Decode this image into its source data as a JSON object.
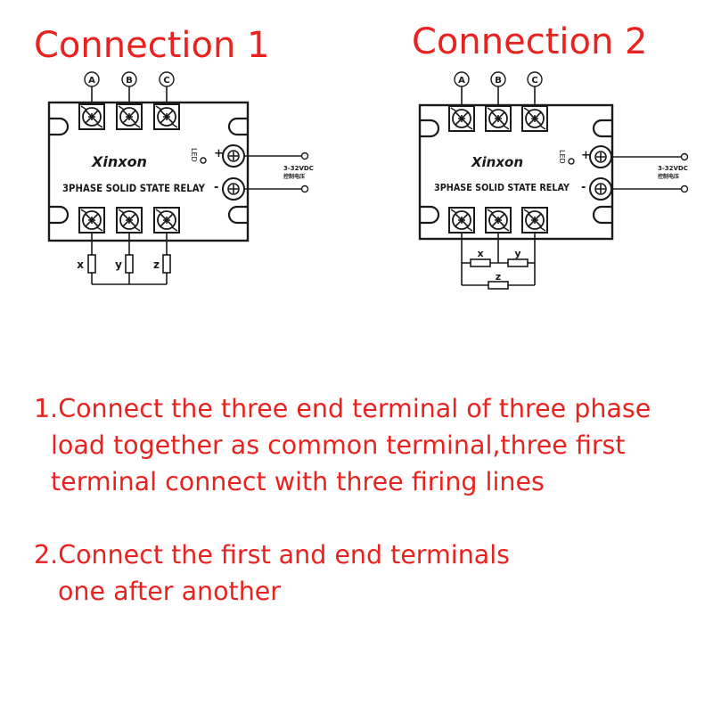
{
  "headings": {
    "left": "Connection 1",
    "right": "Connection 2"
  },
  "relay": {
    "brand": "Xinxon",
    "model": "3PHASE SOLID STATE RELAY",
    "led": "LED",
    "plus": "+",
    "minus": "-",
    "voltage": "3-32VDC",
    "voltage_cn": "控制电压"
  },
  "terminals": [
    "A",
    "B",
    "C"
  ],
  "loads": [
    "x",
    "y",
    "z"
  ],
  "notes": {
    "note1": [
      "1.Connect the three end terminal of three phase",
      "load together as common terminal,three first",
      "terminal connect with three firing lines"
    ],
    "note2": [
      "2.Connect the first and end terminals",
      "one after another"
    ]
  },
  "colors": {
    "accent": "#e8231f",
    "ink": "#1a1a1a"
  }
}
